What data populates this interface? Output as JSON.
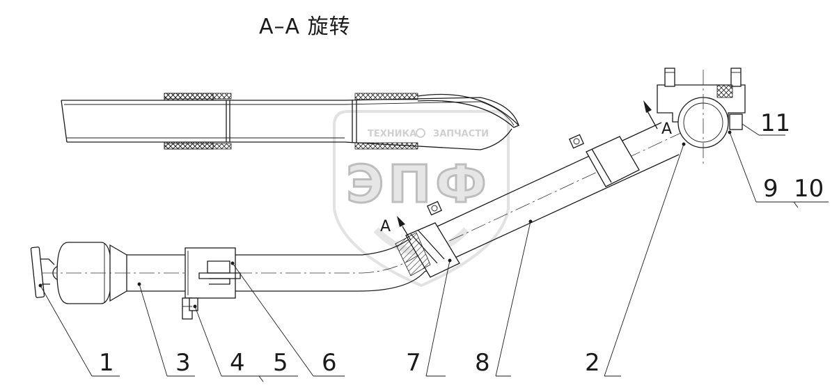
{
  "title": "A–A  旋转",
  "section_marker": "A",
  "section_marker_right": "A",
  "watermark": {
    "logo_text": "ЭПФ",
    "left_text": "ТЕХНИКА",
    "right_text": "ЗАПЧАСТИ"
  },
  "callouts": {
    "c1": "1",
    "c2": "2",
    "c3": "3",
    "c4": "4",
    "c5": "5",
    "c6": "6",
    "c7": "7",
    "c8": "8",
    "c9": "9",
    "c10": "10",
    "c11": "11"
  },
  "colors": {
    "line": "#1a1a1a",
    "hatch": "#1a1a1a",
    "watermark": "#d9d9d9"
  }
}
